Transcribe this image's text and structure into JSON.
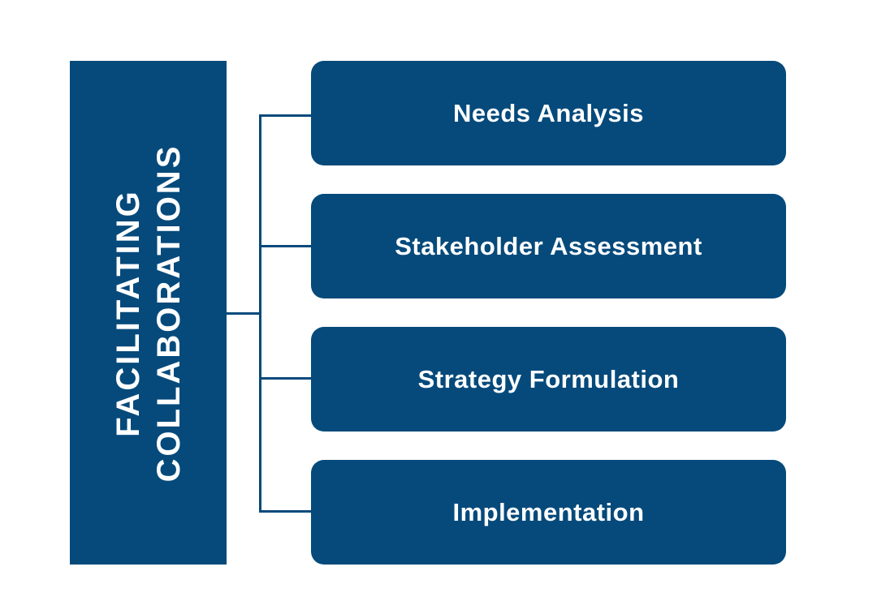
{
  "colors": {
    "box_fill": "#054a7b",
    "text": "#ffffff",
    "background": "#ffffff"
  },
  "root": {
    "line1": "FACILITATING",
    "line2": "COLLABORATIONS"
  },
  "steps": [
    {
      "label": "Needs Analysis"
    },
    {
      "label": "Stakeholder Assessment"
    },
    {
      "label": "Strategy Formulation"
    },
    {
      "label": "Implementation"
    }
  ]
}
